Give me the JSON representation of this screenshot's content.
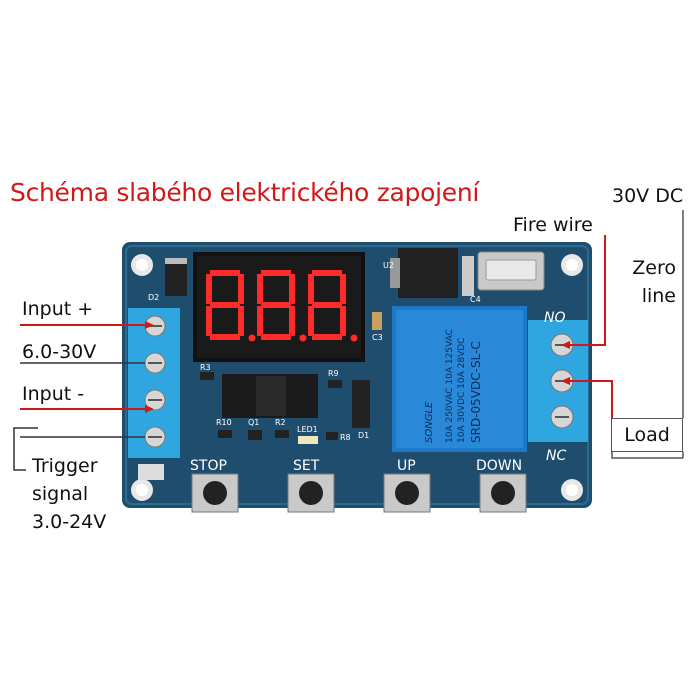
{
  "title": "Schéma slabého elektrického zapojení",
  "labels": {
    "input_plus": "Input +",
    "voltage_range": "6.0-30V",
    "input_minus": "Input -",
    "trigger_line1": "Trigger",
    "trigger_line2": "signal",
    "trigger_line3": "3.0-24V",
    "dc_30v": "30V DC",
    "fire_wire": "Fire wire",
    "zero": "Zero",
    "line": "line",
    "load": "Load"
  },
  "board": {
    "display_digits": [
      "8.",
      "8.",
      "8."
    ],
    "buttons": [
      "STOP",
      "SET",
      "UP",
      "DOWN"
    ],
    "relay_top": "NO",
    "relay_bottom": "NC",
    "relay_text_1": "SONGLE",
    "relay_text_2": "SRD-05VDC-SL-C",
    "relay_text_3": "10A 250VAC  10A 125VAC",
    "relay_text_4": "10A 30VDC  10A 28VDC",
    "pcb_refs": [
      "D2",
      "U2",
      "C4",
      "C3",
      "R3",
      "R9",
      "R10",
      "Q1",
      "R2",
      "LED1",
      "R8",
      "D1"
    ],
    "plus_sign": "+",
    "minus_sign": "-"
  },
  "colors": {
    "title_red": "#d01818",
    "pcb_blue": "#1f4d6e",
    "terminal_blue": "#2fa6e0",
    "wire_red": "#d01818",
    "display_red": "#ff2a2a"
  }
}
